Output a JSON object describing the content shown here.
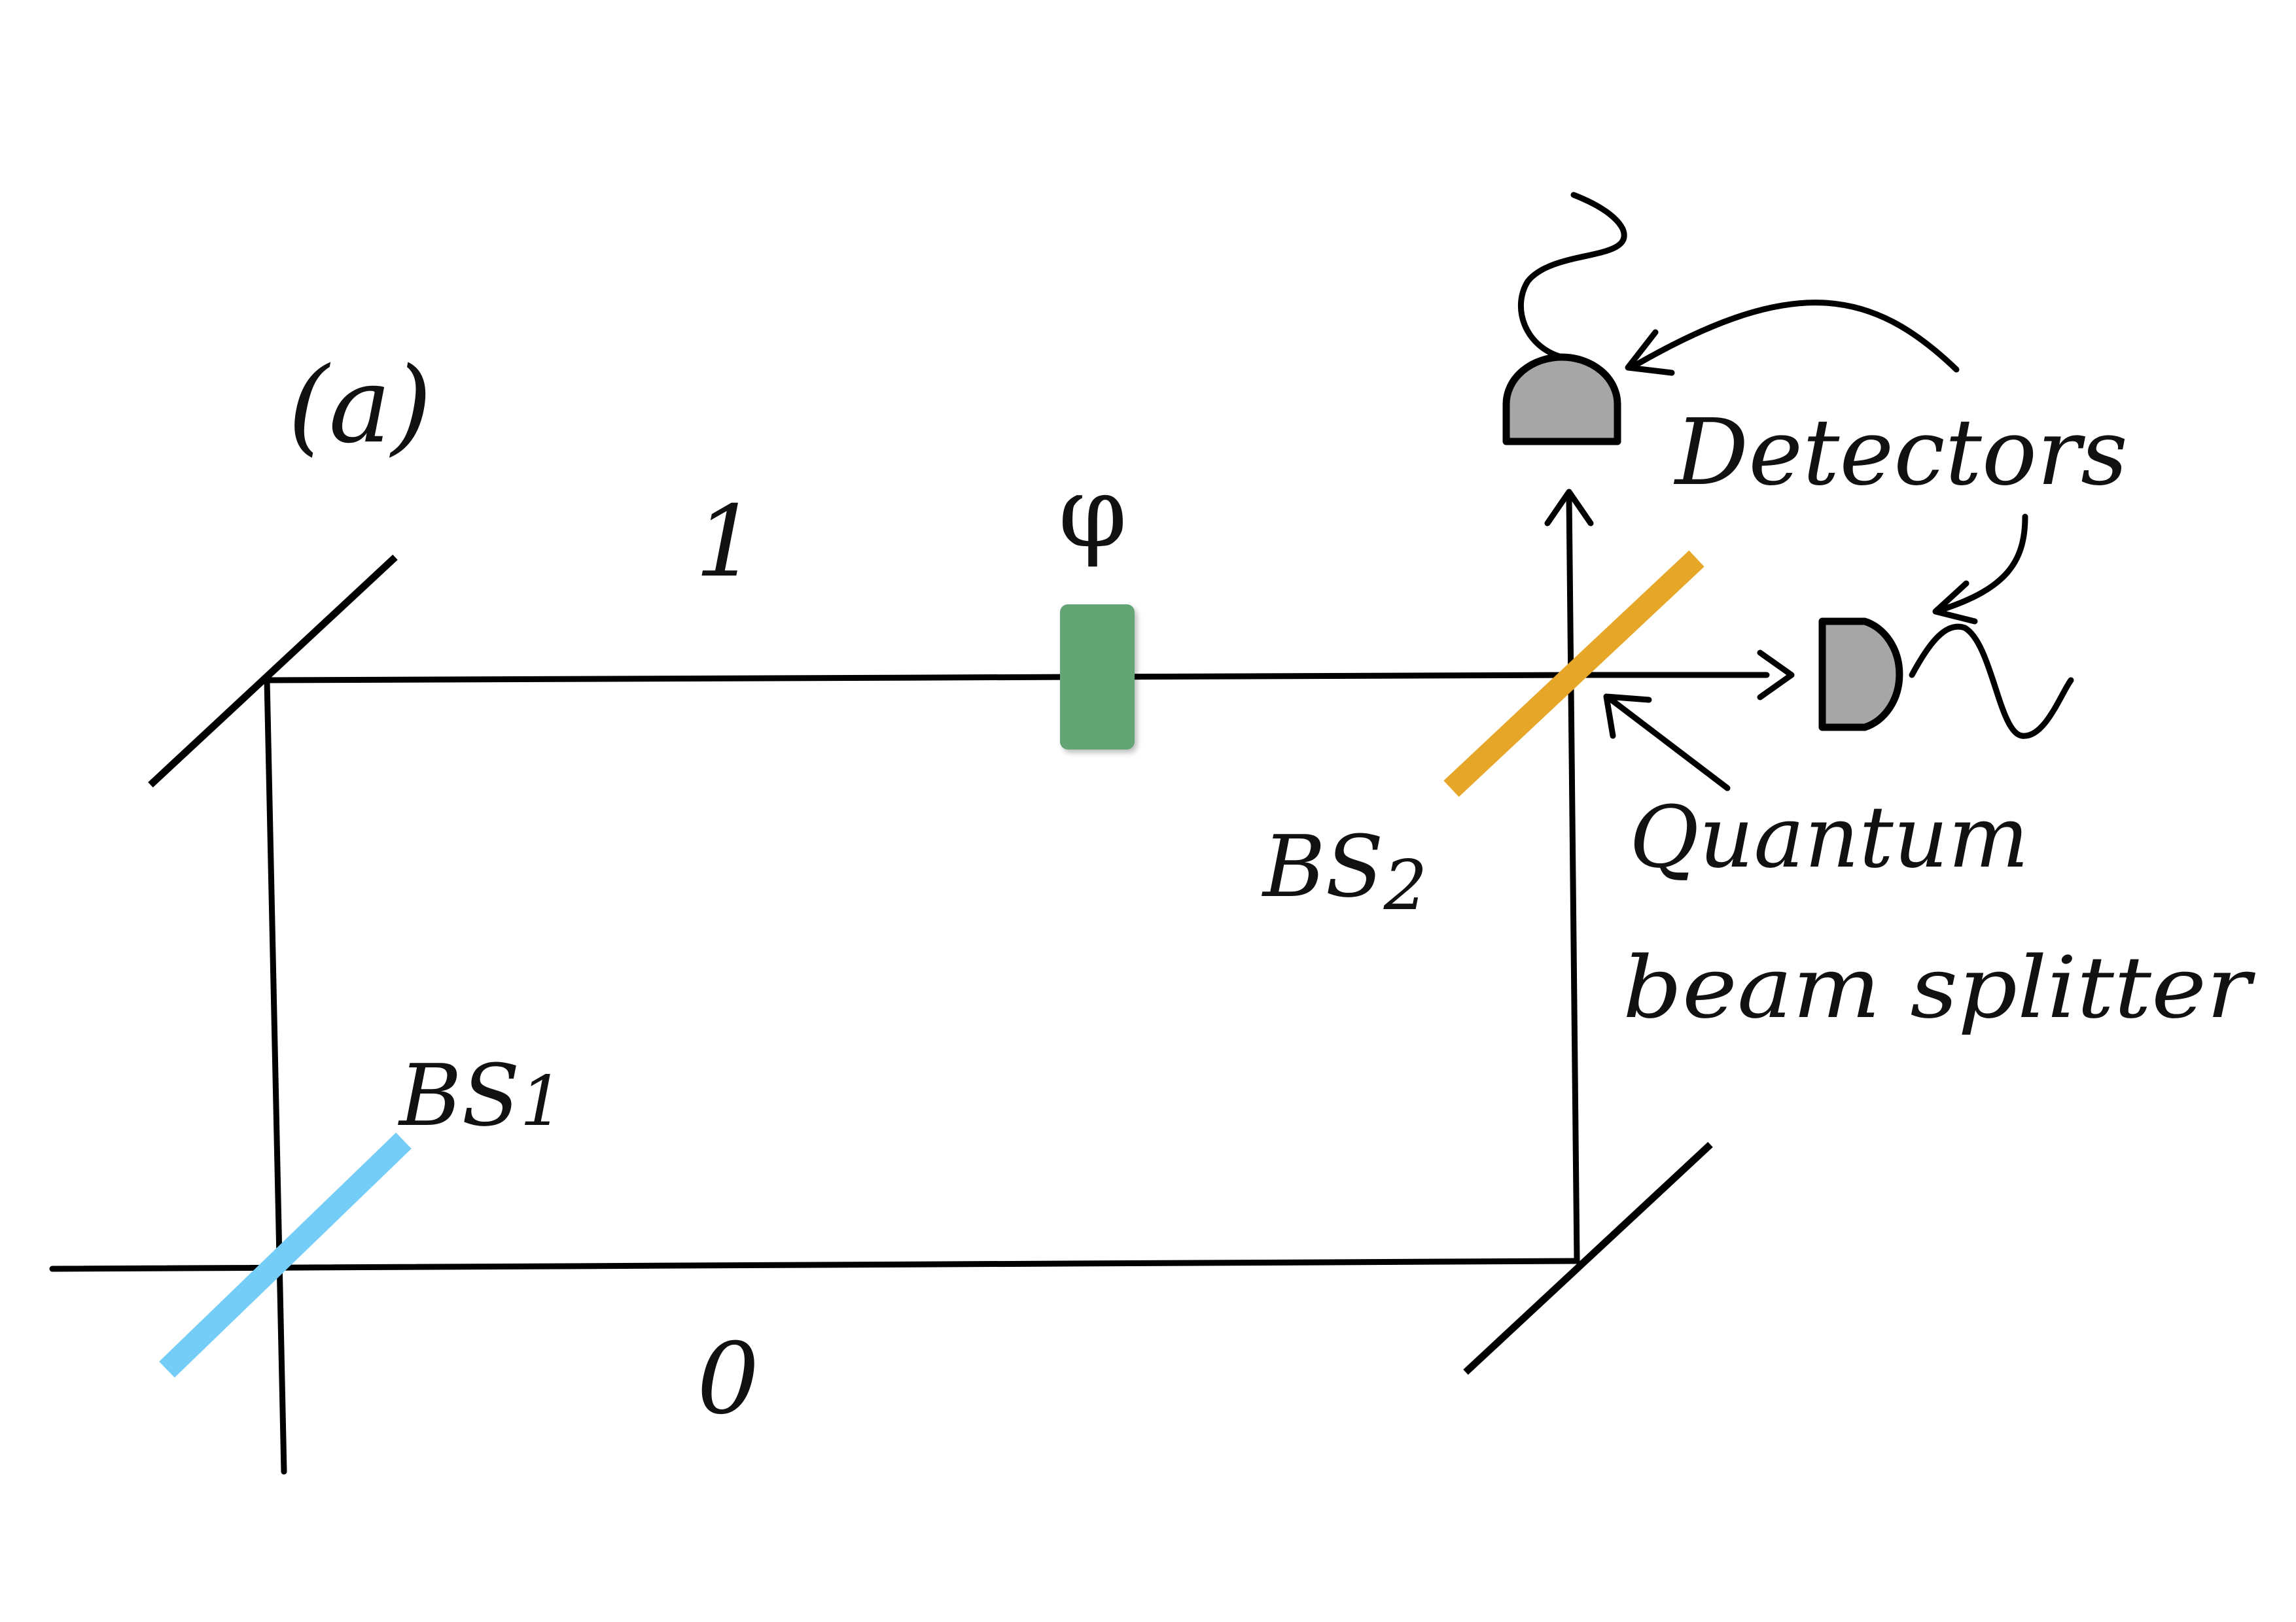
{
  "labels": {
    "panel": "(a)",
    "arm_upper": "1",
    "arm_lower": "0",
    "phase": "φ",
    "bs1": "BS",
    "bs1_sub": "1",
    "bs2": "BS",
    "bs2_sub": "2",
    "detectors": "Detectors",
    "qbs_line1": "Quantum",
    "qbs_line2": "beam splitter"
  },
  "colors": {
    "bs1": "#73cdf7",
    "bs2": "#e6a627",
    "phase_shifter": "#63a575",
    "detector_fill": "#a6a6a6",
    "ink": "#000000"
  },
  "icons": {
    "detector_top": "photodetector-icon",
    "detector_right": "photodetector-icon"
  }
}
